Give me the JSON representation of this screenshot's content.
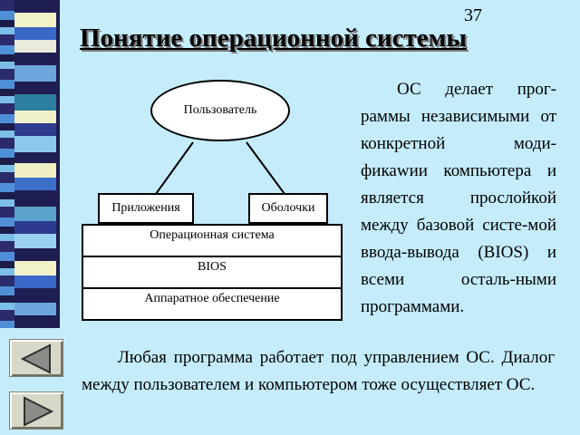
{
  "slide": {
    "page_number": "37",
    "title": "Понятие операционной системы",
    "right_paragraph": "ОС делает прог-раммы независимыми от конкретной моди-фикаwии компьютера и является прослойкой между базовой систе-мой ввода-вывода (BIOS) и всеми осталь-ными программами.",
    "bottom_paragraph": "Любая программа работает под управлением ОС. Диалог между пользователем и компьютером тоже осуществляет ОС."
  },
  "diagram": {
    "user": "Пользователь",
    "applications": "Приложения",
    "shells": "Оболочки",
    "os": "Операционная система",
    "bios": "BIOS",
    "hardware": "Аппаратное обеспечение"
  },
  "navigation": {
    "prev_icon": "triangle-left-icon",
    "next_icon": "triangle-right-icon"
  },
  "colors": {
    "background": "#c4ecfb",
    "nav_button": "#d8d8c8",
    "nav_arrow": "#8c8c88"
  }
}
